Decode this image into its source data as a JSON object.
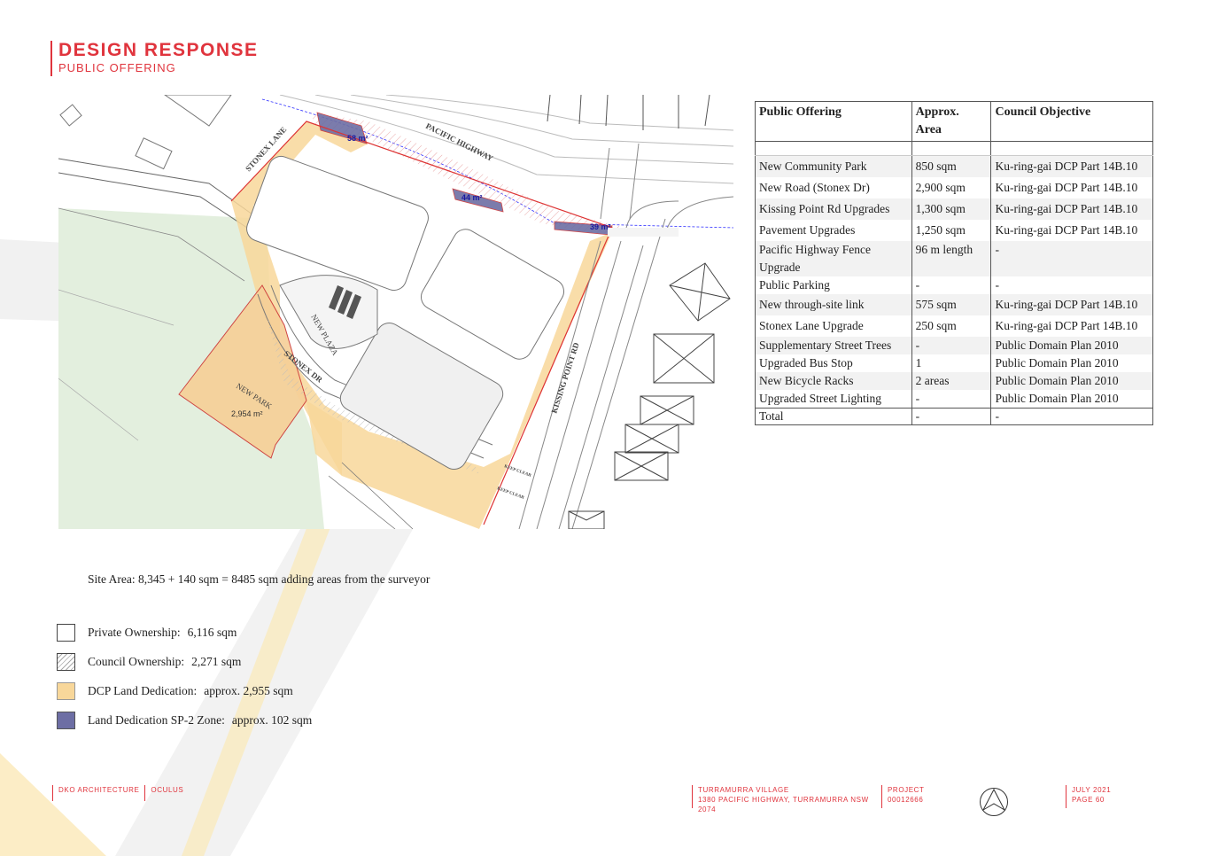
{
  "header": {
    "title": "DESIGN RESPONSE",
    "subtitle": "PUBLIC OFFERING"
  },
  "colors": {
    "accent": "#e0343d",
    "dcp_land": "#f8d79a",
    "sp2_zone": "#6d6ea4",
    "park_green": "#e3efde",
    "background_band_grey": "#ececec",
    "background_band_yellow": "#fbe9b8"
  },
  "plan": {
    "labels": {
      "stonex_lane": "STONEX LANE",
      "pacific_highway": "PACIFIC HIGHWAY",
      "new_plaza": "NEW PLAZA",
      "stonex_dr": "STONEX DR",
      "new_park": "NEW PARK",
      "kissing_point_rd": "KISSING POINT RD",
      "keep_clear_1": "KEEP CLEAR",
      "keep_clear_2": "KEEP CLEAR"
    },
    "areas": {
      "a58": "58 m²",
      "a44": "44 m²",
      "a39": "39 m²",
      "park": "2,954 m²"
    }
  },
  "table": {
    "headers": [
      "Public Offering",
      "Approx. Area",
      "Council Objective"
    ],
    "rows": [
      {
        "offering": "New Community Park",
        "area": "850 sqm",
        "objective": "Ku-ring-gai DCP Part 14B.10"
      },
      {
        "offering": "New Road (Stonex Dr)",
        "area": "2,900 sqm",
        "objective": "Ku-ring-gai DCP Part 14B.10"
      },
      {
        "offering": "Kissing Point Rd Upgrades",
        "area": "1,300 sqm",
        "objective": "Ku-ring-gai DCP Part 14B.10"
      },
      {
        "offering": "Pavement Upgrades",
        "area": "1,250 sqm",
        "objective": "Ku-ring-gai DCP Part 14B.10"
      },
      {
        "offering": "Pacific Highway Fence Upgrade",
        "area": "96 m length",
        "objective": "-"
      },
      {
        "offering": "Public Parking",
        "area": "-",
        "objective": "-"
      },
      {
        "offering": "New through-site link",
        "area": "575 sqm",
        "objective": "Ku-ring-gai DCP Part 14B.10"
      },
      {
        "offering": "Stonex Lane Upgrade",
        "area": "250 sqm",
        "objective": "Ku-ring-gai DCP Part 14B.10"
      },
      {
        "offering": "Supplementary Street Trees",
        "area": "-",
        "objective": "Public Domain Plan 2010"
      },
      {
        "offering": "Upgraded Bus Stop",
        "area": "1",
        "objective": "Public Domain Plan 2010"
      },
      {
        "offering": "New Bicycle Racks",
        "area": "2 areas",
        "objective": "Public Domain Plan 2010"
      },
      {
        "offering": "Upgraded Street Lighting",
        "area": "-",
        "objective": "Public Domain Plan 2010"
      }
    ],
    "total": {
      "offering": "Total",
      "area": "-",
      "objective": "-"
    }
  },
  "site_area": "Site Area: 8,345 + 140 sqm = 8485 sqm adding areas from the surveyor",
  "legend": [
    {
      "label": "Private Ownership:",
      "value": "6,116 sqm"
    },
    {
      "label": "Council Ownership:",
      "value": "2,271 sqm"
    },
    {
      "label": "DCP Land Dedication:",
      "value": "approx. 2,955  sqm"
    },
    {
      "label": "Land Dedication SP-2 Zone:",
      "value": "approx. 102 sqm"
    }
  ],
  "footer": {
    "firm1": "DKO ARCHITECTURE",
    "firm2": "OCULUS",
    "project_name": "TURRAMURRA VILLAGE",
    "address": "1380 PACIFIC HIGHWAY, TURRAMURRA NSW 2074",
    "project_label": "PROJECT",
    "project_no": "00012666",
    "date": "JULY 2021",
    "page": "PAGE 60"
  }
}
